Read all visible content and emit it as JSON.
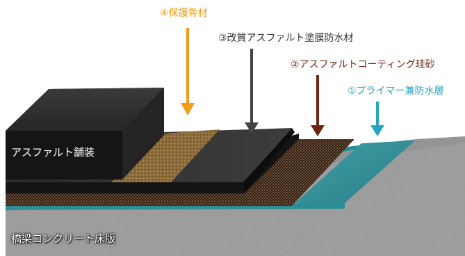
{
  "labels": {
    "aggregate": "④保護骨材",
    "modified_asphalt": "③改質アスファルト塗膜防水材",
    "coating": "②アスファルトコーティング珪砂",
    "primer": "①プライマー兼防水層",
    "asphalt_pavement": "アスファルト舗装",
    "concrete_deck": "橋梁コンクリート床版"
  },
  "colors": {
    "aggregate": "#f29a19",
    "modified_asphalt": "#333333",
    "coating": "#6e2514",
    "primer": "#25a6bf",
    "deck_gray": "#9a9a9a",
    "pavement_black": "#1b1b1b"
  }
}
